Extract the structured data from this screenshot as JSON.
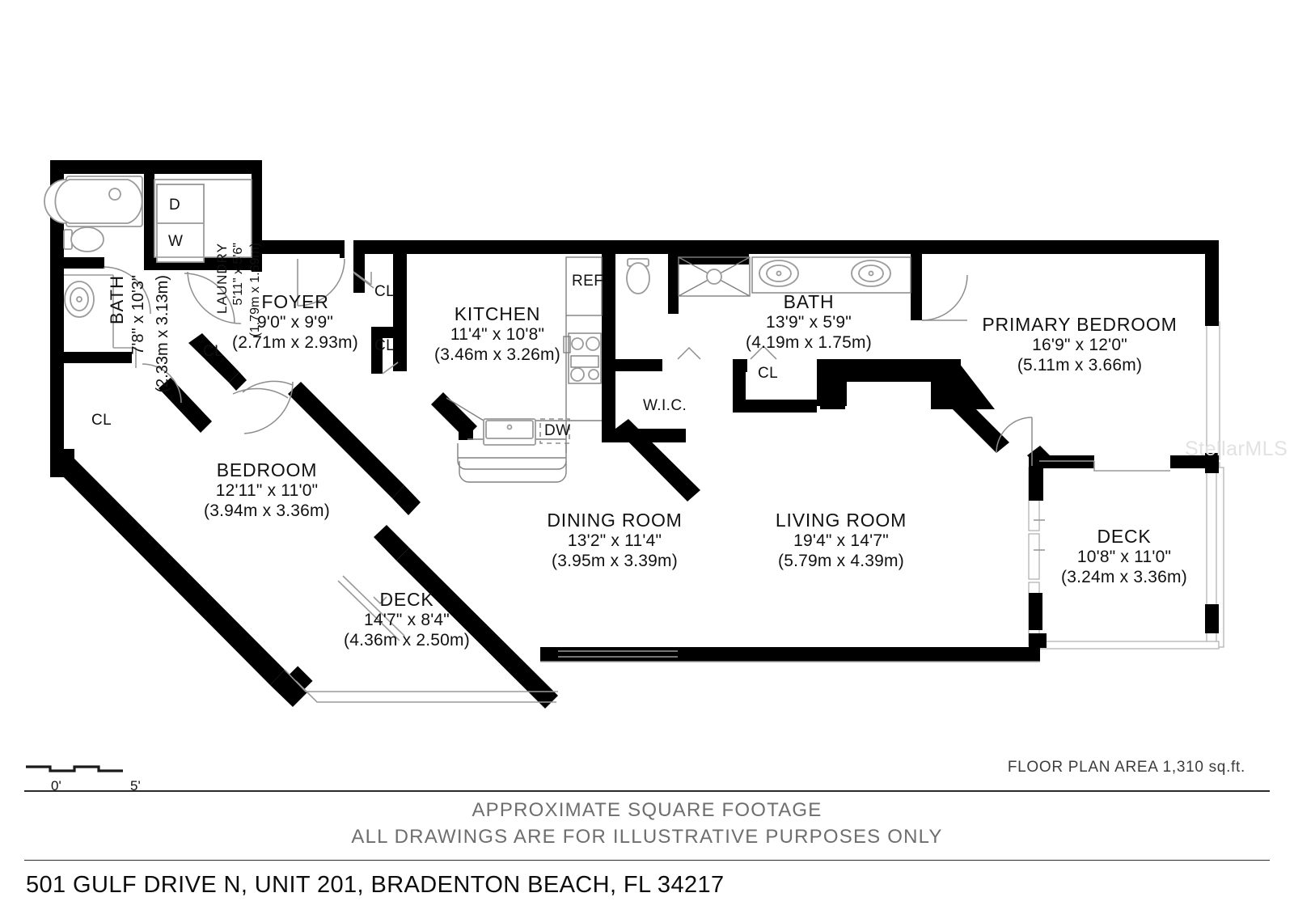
{
  "document": {
    "type": "floor-plan",
    "address": "501 GULF DRIVE N, UNIT 201, BRADENTON BEACH, FL 34217",
    "area_note": "FLOOR PLAN AREA 1,310 sq.ft.",
    "disclaimer_line1": "APPROXIMATE SQUARE FOOTAGE",
    "disclaimer_line2": "ALL DRAWINGS ARE FOR ILLUSTRATIVE PURPOSES ONLY",
    "watermark": "StellarMLS"
  },
  "scale": {
    "start_label": "0'",
    "end_label": "5'"
  },
  "rooms": [
    {
      "key": "bath_hall",
      "name": "BATH",
      "dim_imperial": "7'8\" x 10'3\"",
      "dim_metric": "(2.33m x 3.13m)",
      "orientation": "vertical"
    },
    {
      "key": "laundry",
      "name": "LAUNDRY",
      "dim_imperial": "5'11\" x 5'6\"",
      "dim_metric": "(1.79m x 1.69m)",
      "orientation": "vertical"
    },
    {
      "key": "foyer",
      "name": "FOYER",
      "dim_imperial": "9'0\" x 9'9\"",
      "dim_metric": "(2.71m x 2.93m)",
      "orientation": "horizontal"
    },
    {
      "key": "kitchen",
      "name": "KITCHEN",
      "dim_imperial": "11'4\" x 10'8\"",
      "dim_metric": "(3.46m x 3.26m)",
      "orientation": "horizontal"
    },
    {
      "key": "bath_primary",
      "name": "BATH",
      "dim_imperial": "13'9\" x 5'9\"",
      "dim_metric": "(4.19m x 1.75m)",
      "orientation": "horizontal"
    },
    {
      "key": "primary_bedroom",
      "name": "PRIMARY BEDROOM",
      "dim_imperial": "16'9\" x 12'0\"",
      "dim_metric": "(5.11m x 3.66m)",
      "orientation": "horizontal"
    },
    {
      "key": "bedroom",
      "name": "BEDROOM",
      "dim_imperial": "12'11\" x 11'0\"",
      "dim_metric": "(3.94m x 3.36m)",
      "orientation": "horizontal"
    },
    {
      "key": "dining_room",
      "name": "DINING ROOM",
      "dim_imperial": "13'2\" x 11'4\"",
      "dim_metric": "(3.95m x 3.39m)",
      "orientation": "horizontal"
    },
    {
      "key": "living_room",
      "name": "LIVING ROOM",
      "dim_imperial": "19'4\" x 14'7\"",
      "dim_metric": "(5.79m x 4.39m)",
      "orientation": "horizontal"
    },
    {
      "key": "deck_front",
      "name": "DECK",
      "dim_imperial": "14'7\" x 8'4\"",
      "dim_metric": "(4.36m x 2.50m)",
      "orientation": "horizontal"
    },
    {
      "key": "deck_rear",
      "name": "DECK",
      "dim_imperial": "10'8\" x 11'0\"",
      "dim_metric": "(3.24m x 3.36m)",
      "orientation": "horizontal"
    }
  ],
  "tags": {
    "closet_1": "CL",
    "closet_2": "CL",
    "closet_3": "CL",
    "closet_4": "CL",
    "closet_5": "CL",
    "closet_6": "CL",
    "walk_in_closet": "W.I.C.",
    "refrigerator": "REF",
    "dishwasher": "DW",
    "dryer": "D",
    "washer": "W"
  },
  "colors": {
    "wall": "#000000",
    "fixture_stroke": "#9b9b9b",
    "text": "#111111",
    "muted_text": "#6e6e6e",
    "watermark": "#e2e2e2",
    "background": "#ffffff"
  }
}
